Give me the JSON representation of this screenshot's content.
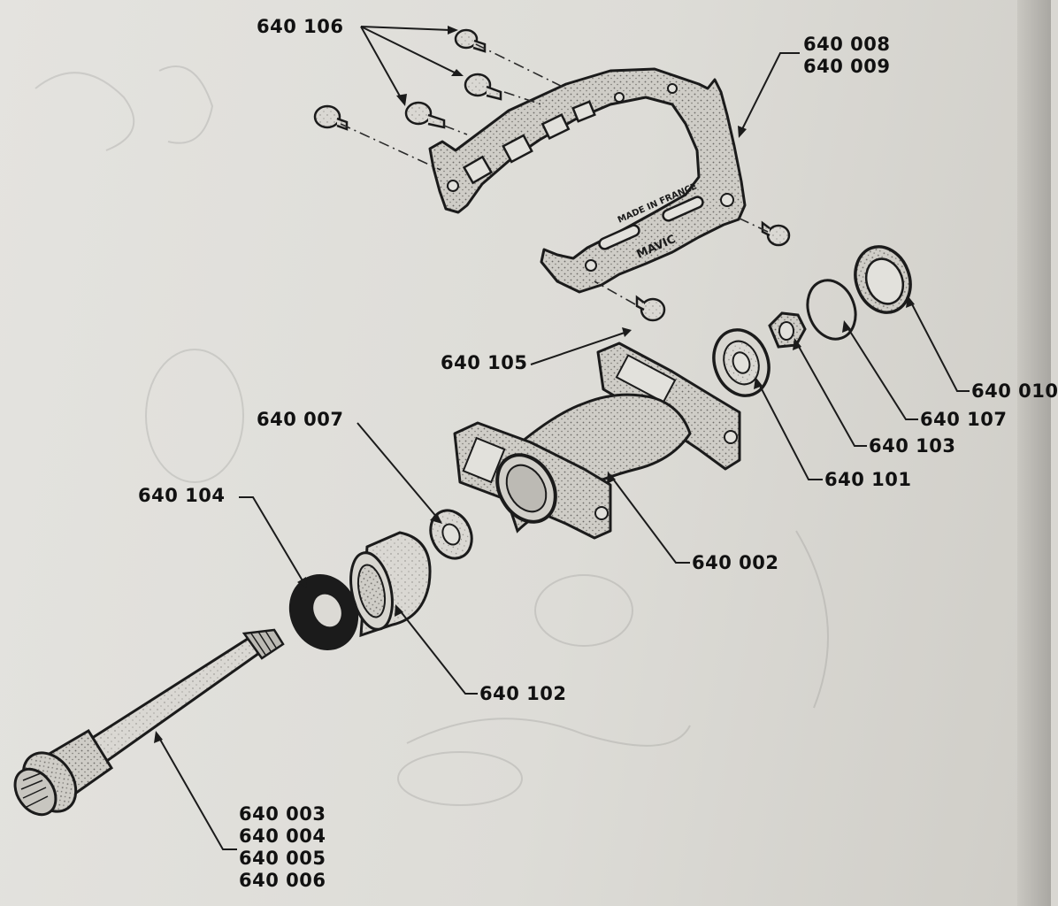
{
  "diagram": {
    "parts": [
      {
        "id": "frame-cage",
        "numbers": [
          "640 008",
          "640 009"
        ]
      },
      {
        "id": "cage-screws",
        "numbers": [
          "640 106"
        ]
      },
      {
        "id": "lower-screw",
        "numbers": [
          "640 105"
        ]
      },
      {
        "id": "dust-cap",
        "numbers": [
          "640 010"
        ]
      },
      {
        "id": "o-ring",
        "numbers": [
          "640 107"
        ]
      },
      {
        "id": "lock-nut",
        "numbers": [
          "640 103"
        ]
      },
      {
        "id": "ball-bearing",
        "numbers": [
          "640 101"
        ]
      },
      {
        "id": "pedal-body",
        "numbers": [
          "640 002"
        ]
      },
      {
        "id": "washer",
        "numbers": [
          "640 007"
        ]
      },
      {
        "id": "dust-seal",
        "numbers": [
          "640 104"
        ]
      },
      {
        "id": "needle-bearing",
        "numbers": [
          "640 102"
        ]
      },
      {
        "id": "spindle",
        "numbers": [
          "640 003",
          "640 004",
          "640 005",
          "640 006"
        ]
      }
    ],
    "stamp_text": [
      "MADE IN FRANCE",
      "MAVIC"
    ]
  }
}
